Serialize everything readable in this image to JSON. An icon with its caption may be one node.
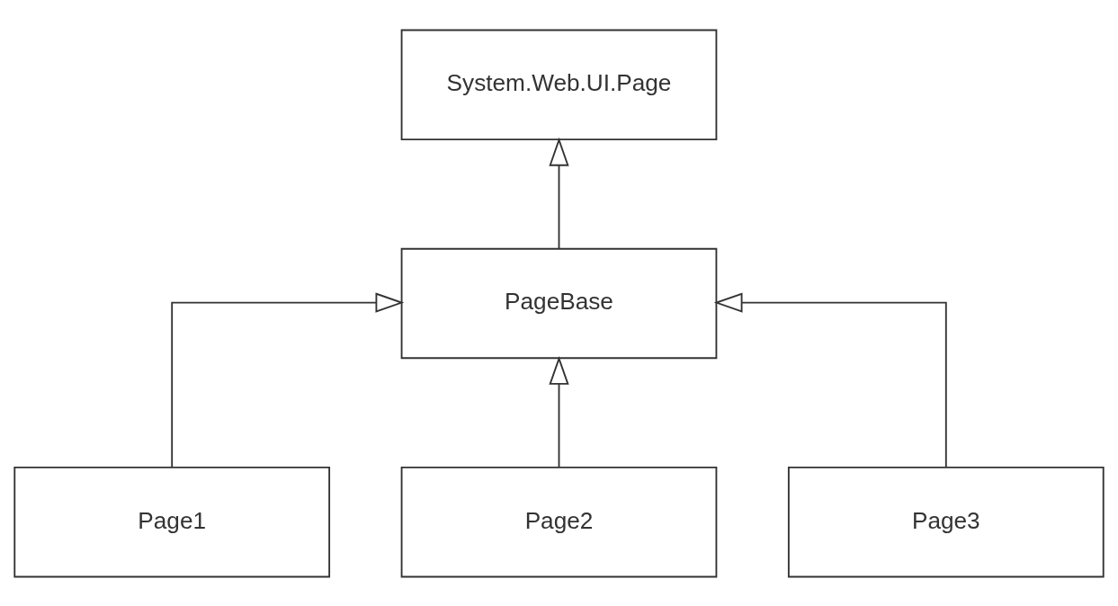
{
  "diagram": {
    "nodes": [
      {
        "text": [
          "System.Web.UI.Page"
        ]
      },
      {
        "text": [
          "PageBase"
        ]
      },
      {
        "text": [
          "Page1"
        ]
      },
      {
        "text": [
          "Page2"
        ]
      },
      {
        "text": [
          "Page3"
        ]
      }
    ],
    "edges": [
      {
        "from": 1,
        "to": 0,
        "arrow": "to"
      },
      {
        "from": 2,
        "to": 1,
        "arrow": "to"
      },
      {
        "from": 3,
        "to": 1,
        "arrow": "to"
      },
      {
        "from": 4,
        "to": 1,
        "arrow": "to"
      }
    ]
  }
}
